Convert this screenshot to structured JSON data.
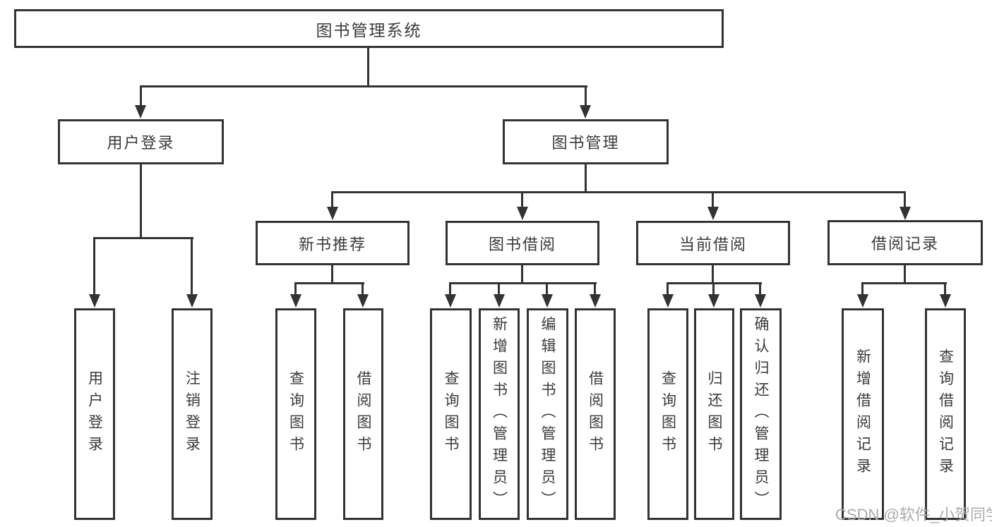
{
  "tree": {
    "root": {
      "label": "图书管理系统"
    },
    "user_login": {
      "label": "用户登录",
      "children": [
        {
          "label": "用户登录"
        },
        {
          "label": "注销登录"
        }
      ]
    },
    "book_mgmt": {
      "label": "图书管理",
      "children": {
        "new_book_rec": {
          "label": "新书推荐",
          "children": [
            {
              "label": "查询图书"
            },
            {
              "label": "借阅图书"
            }
          ]
        },
        "book_borrow": {
          "label": "图书借阅",
          "children": [
            {
              "label": "查询图书"
            },
            {
              "label": "新增图书（管理员）"
            },
            {
              "label": "编辑图书（管理员）"
            },
            {
              "label": "借阅图书"
            }
          ]
        },
        "current_borrow": {
          "label": "当前借阅",
          "children": [
            {
              "label": "查询图书"
            },
            {
              "label": "归还图书"
            },
            {
              "label": "确认归还（管理员）"
            }
          ]
        },
        "borrow_records": {
          "label": "借阅记录",
          "children": [
            {
              "label": "新增借阅记录"
            },
            {
              "label": "查询借阅记录"
            }
          ]
        }
      }
    }
  },
  "watermark": {
    "text": "CSDN @软件_小贺同学"
  },
  "colors": {
    "line": "#333333",
    "text": "#3a3a3a",
    "bg": "#ffffff",
    "watermark": "#ababab"
  }
}
